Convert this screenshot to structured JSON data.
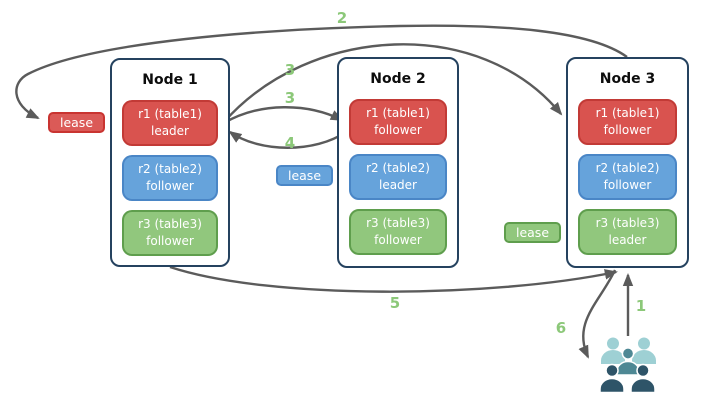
{
  "diagram_title": "replica-lease-diagram",
  "palette": {
    "replica_red": "#d9534f",
    "replica_red_border": "#c23a36",
    "replica_blue": "#66a3db",
    "replica_blue_border": "#4a86c6",
    "replica_green": "#91c77d",
    "replica_green_border": "#5f9e4d",
    "node_border": "#25425f",
    "arrow_gray": "#5b5b5b",
    "step_green": "#8cc879",
    "users_light_teal": "#9ed0d4",
    "users_mid_teal": "#4e8894",
    "users_dark_teal": "#2e5468"
  },
  "nodes": [
    {
      "title": "Node 1",
      "replicas": [
        {
          "label": "r1 (table1)",
          "role": "leader",
          "color": "red"
        },
        {
          "label": "r2 (table2)",
          "role": "follower",
          "color": "blue"
        },
        {
          "label": "r3 (table3)",
          "role": "follower",
          "color": "green"
        }
      ]
    },
    {
      "title": "Node 2",
      "replicas": [
        {
          "label": "r1 (table1)",
          "role": "follower",
          "color": "red"
        },
        {
          "label": "r2 (table2)",
          "role": "leader",
          "color": "blue"
        },
        {
          "label": "r3 (table3)",
          "role": "follower",
          "color": "green"
        }
      ]
    },
    {
      "title": "Node 3",
      "replicas": [
        {
          "label": "r1 (table1)",
          "role": "follower",
          "color": "red"
        },
        {
          "label": "r2 (table2)",
          "role": "follower",
          "color": "blue"
        },
        {
          "label": "r3 (table3)",
          "role": "leader",
          "color": "green"
        }
      ]
    }
  ],
  "leases": [
    {
      "label": "lease",
      "color": "red"
    },
    {
      "label": "lease",
      "color": "blue"
    },
    {
      "label": "lease",
      "color": "green"
    }
  ],
  "steps": {
    "n1": "1",
    "n2": "2",
    "n3a": "3",
    "n3b": "3",
    "n4": "4",
    "n5": "5",
    "n6": "6"
  }
}
